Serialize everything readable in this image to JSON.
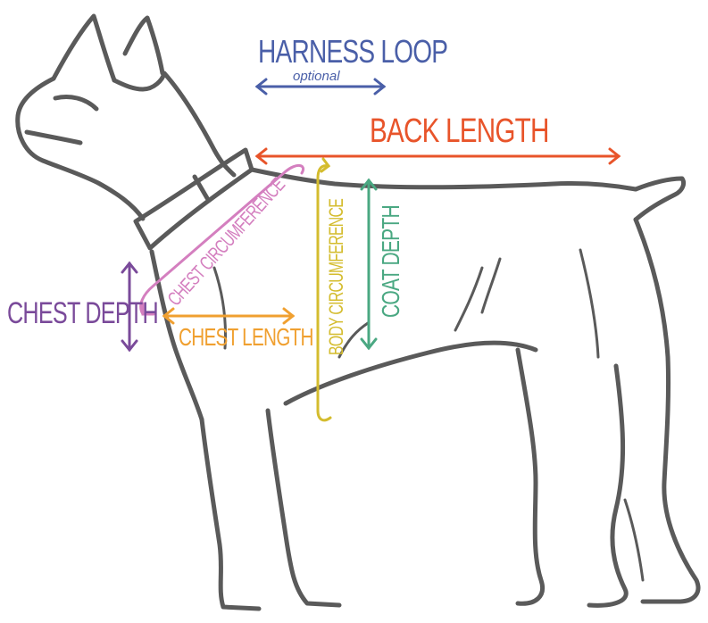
{
  "labels": {
    "harness_loop": "HARNESS LOOP",
    "harness_loop_note": "optional",
    "back_length": "BACK LENGTH",
    "chest_circumference": "CHEST CIRCUMFERENCE",
    "body_circumference": "BODY CIRCUMFERENCE",
    "coat_depth": "COAT DEPTH",
    "chest_depth": "CHEST DEPTH",
    "chest_length": "CHEST LENGTH"
  },
  "colors": {
    "dog_outline": "#5a5a5a",
    "harness_loop": "#4a5fa8",
    "back_length": "#e8542a",
    "chest_circumference": "#d47fbf",
    "body_circumference": "#d4bc2e",
    "coat_depth": "#4aa882",
    "chest_depth": "#7a4a9a",
    "chest_length": "#f0a030"
  }
}
